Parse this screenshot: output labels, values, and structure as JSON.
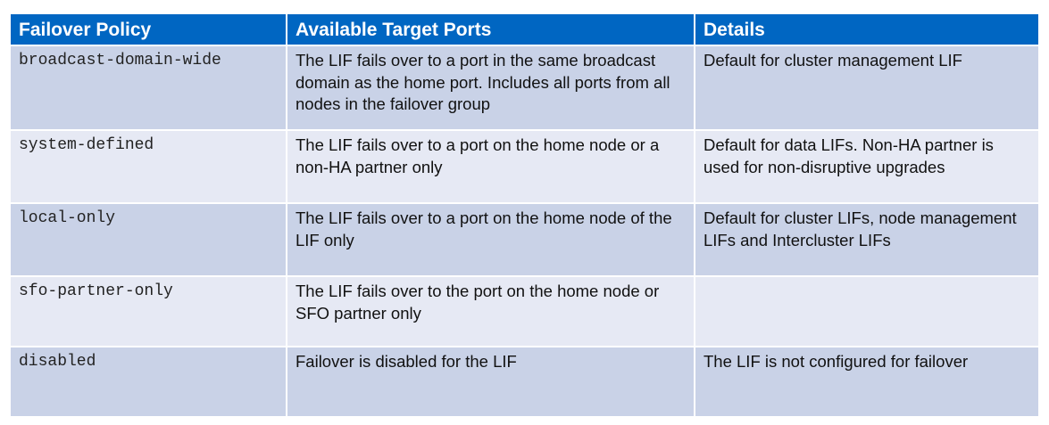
{
  "colors": {
    "header": "#0066c2",
    "row_dark": "#c9d2e7",
    "row_light": "#e6e9f4"
  },
  "table": {
    "headers": [
      "Failover Policy",
      "Available Target Ports",
      "Details"
    ],
    "rows": [
      {
        "policy": "broadcast-domain-wide",
        "ports": "The LIF fails over to a port in the same broadcast domain as the home port. Includes all ports from all nodes in the failover group",
        "details": "Default for cluster management LIF"
      },
      {
        "policy": "system-defined",
        "ports": "The LIF fails over to a port on the home node or a non-HA partner only",
        "details": "Default for data LIFs. Non-HA partner is used for non-disruptive upgrades"
      },
      {
        "policy": "local-only",
        "ports": "The LIF fails over to a port on the home node of the LIF only",
        "details": "Default for cluster LIFs, node management LIFs and Intercluster LIFs"
      },
      {
        "policy": "sfo-partner-only",
        "ports": "The LIF fails over to the port on the home node or SFO partner only",
        "details": ""
      },
      {
        "policy": "disabled",
        "ports": "Failover is disabled for the LIF",
        "details": "The LIF is not configured for failover"
      }
    ]
  }
}
